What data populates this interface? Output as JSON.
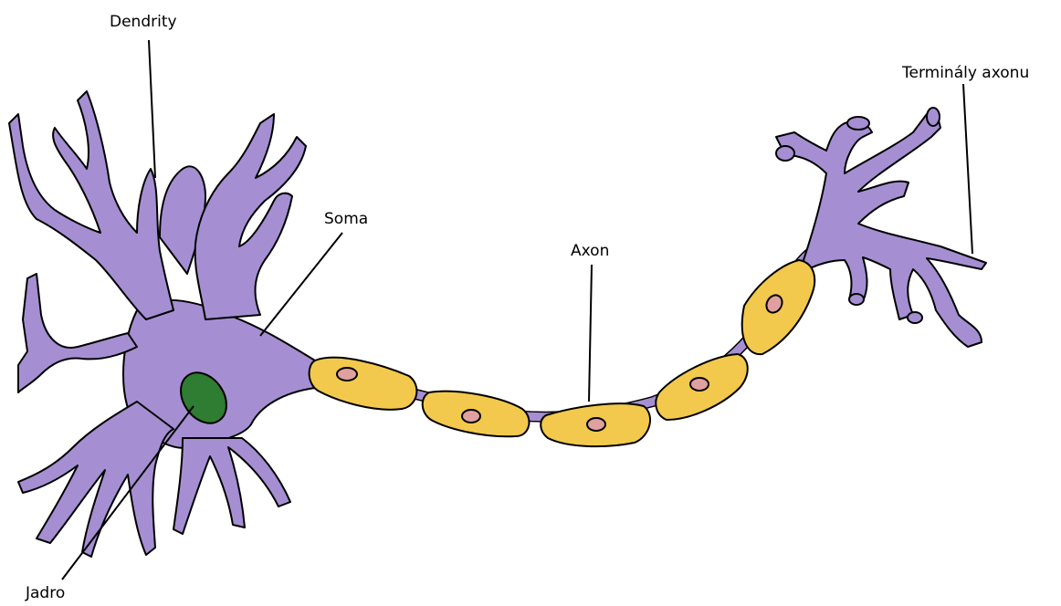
{
  "labels": {
    "dendrites": "Dendrity",
    "soma": "Soma",
    "axon": "Axon",
    "terminals": "Terminály axonu",
    "nucleus": "Jadro"
  },
  "colors": {
    "neuron": "#a58fd2",
    "myelin": "#f2c94c",
    "nucleus": "#2e7d32",
    "schwann_nucleus": "#e1a0a0",
    "outline": "#000000"
  }
}
